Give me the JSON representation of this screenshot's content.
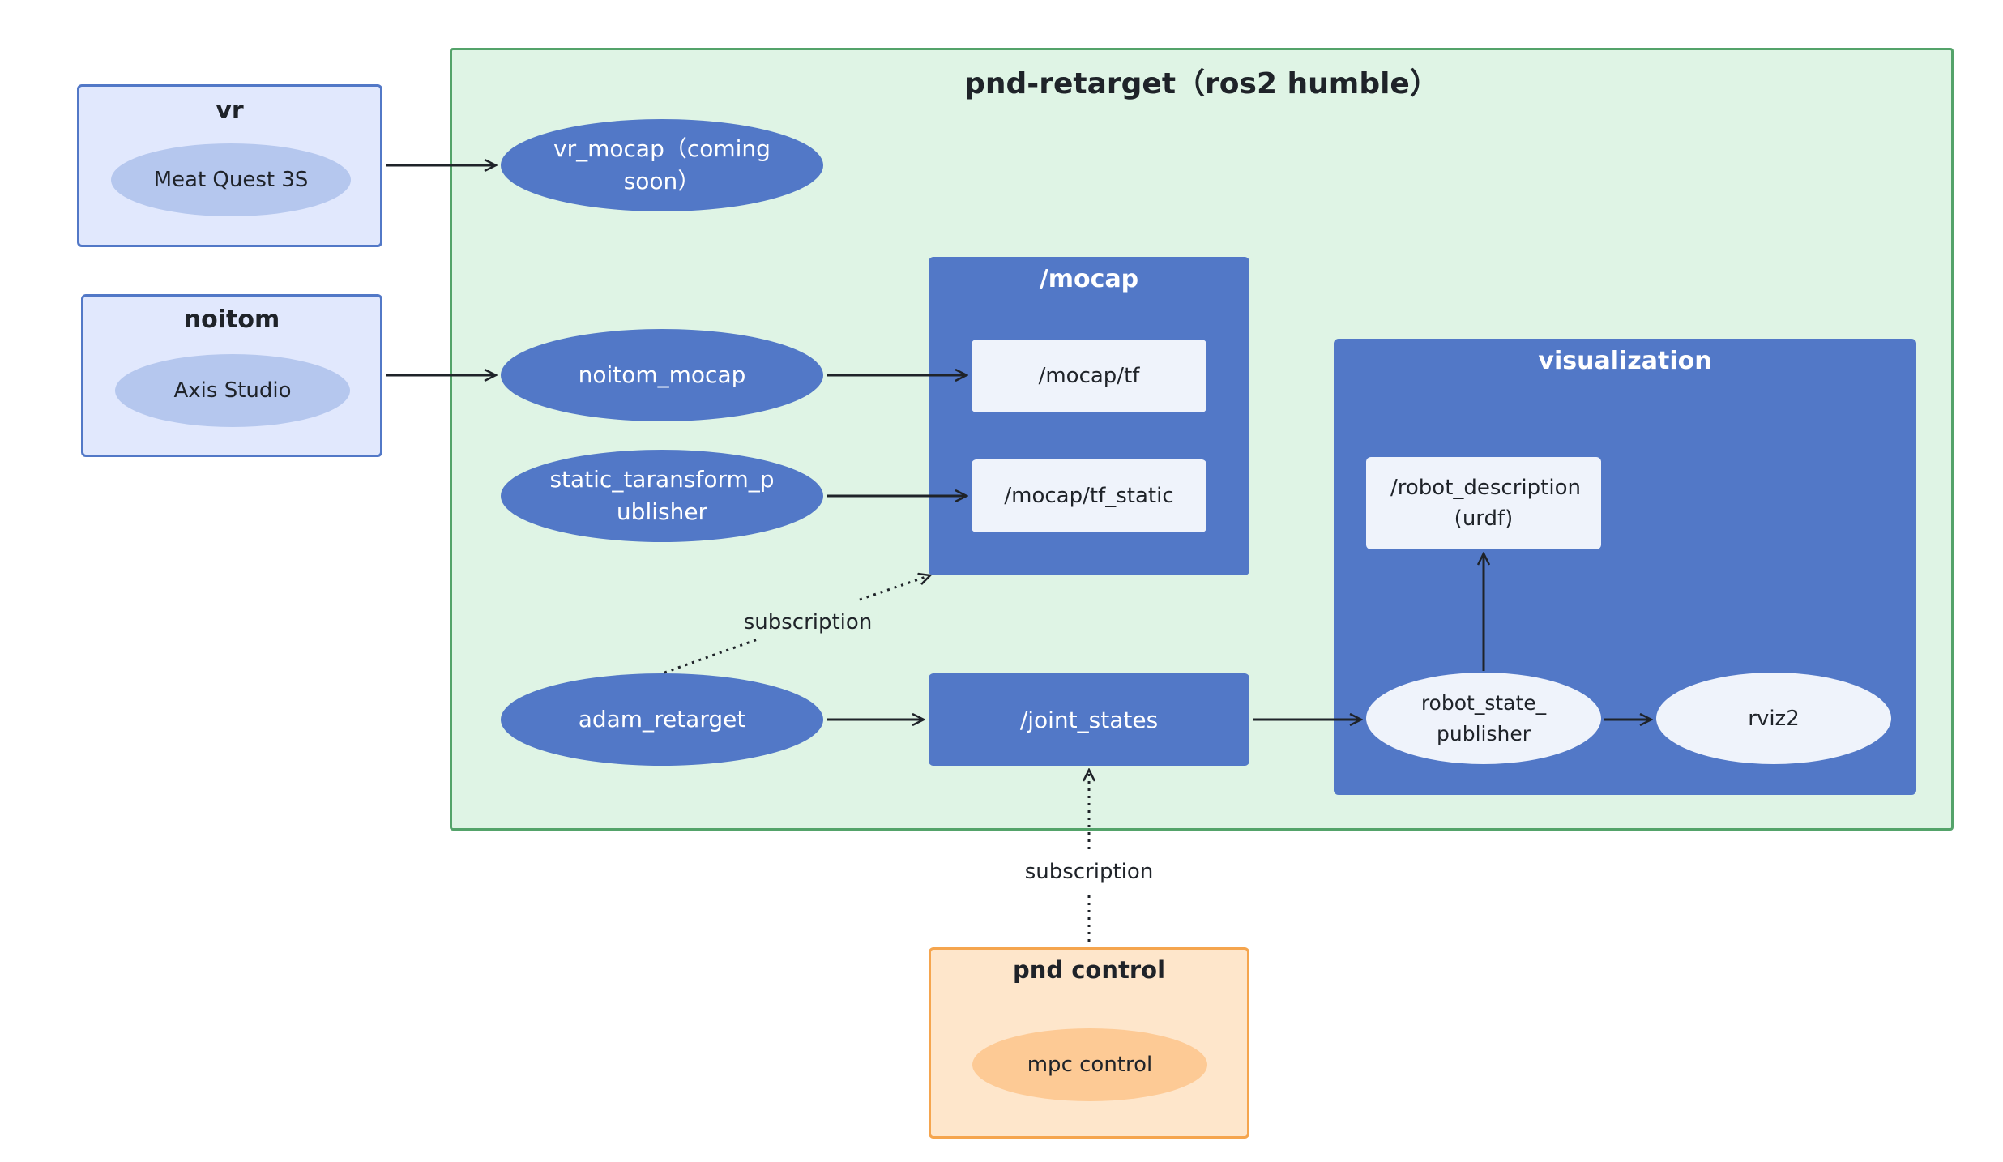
{
  "main_group": {
    "title": "pnd-retarget（ros2 humble）"
  },
  "vr_group": {
    "title": "vr",
    "node": "Meat Quest 3S"
  },
  "noitom_group": {
    "title": "noitom",
    "node": "Axis Studio"
  },
  "pnd_control_group": {
    "title": "pnd control",
    "node": "mpc control"
  },
  "nodes": {
    "vr_mocap": "vr_mocap（coming soon）",
    "noitom_mocap": "noitom_mocap",
    "static_publisher": "static_taransform_p ublisher",
    "adam_retarget": "adam_retarget",
    "joint_states": "/joint_states",
    "robot_state_publisher": "robot_state_ publisher",
    "rviz2": "rviz2",
    "robot_description": "/robot_description (urdf)"
  },
  "mocap_group": {
    "title": "/mocap",
    "tf": "/mocap/tf",
    "tf_static": "/mocap/tf_static"
  },
  "visualization_group": {
    "title": "visualization"
  },
  "edge_labels": {
    "retarget_subscription": "subscription",
    "control_subscription": "subscription"
  },
  "colors": {
    "main_fill": "#dff4e5",
    "main_border": "#54a36a",
    "blue_fill": "#5278c7",
    "vr_fill": "#e1e8fd",
    "vr_border": "#5278c7",
    "vr_ellipse": "#b5c7ee",
    "orange_fill": "#fee6cb",
    "orange_border": "#f5a54e",
    "orange_ellipse": "#fdca95",
    "light_node": "#eff3fb"
  }
}
